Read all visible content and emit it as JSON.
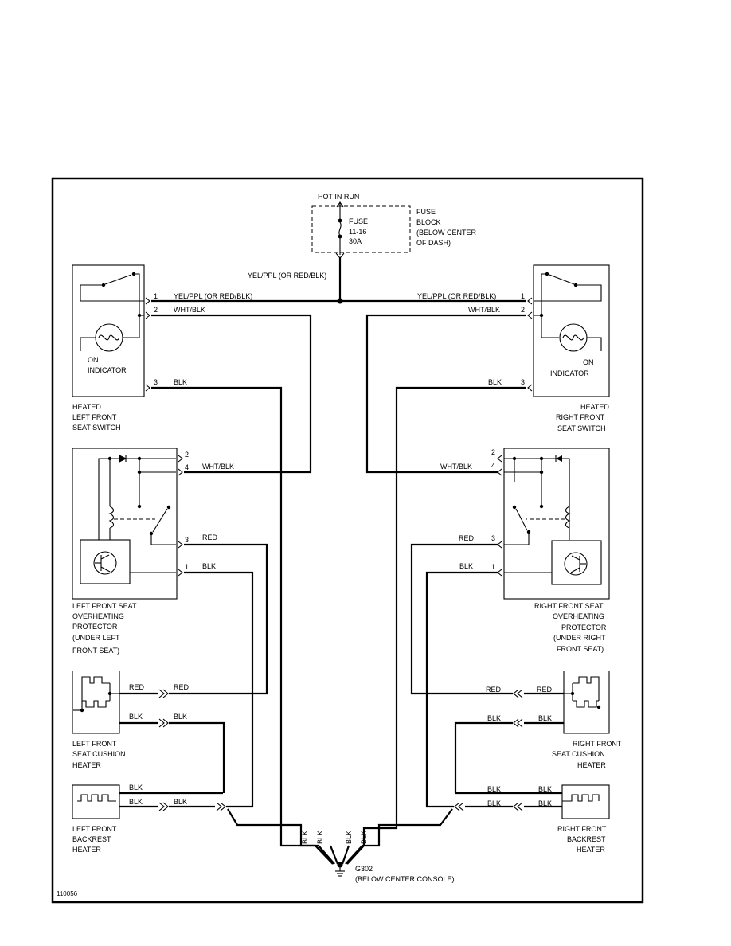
{
  "fuse": {
    "hot": "HOT IN RUN",
    "name": "FUSE",
    "number": "11-16",
    "rating": "30A",
    "block_l1": "FUSE",
    "block_l2": "BLOCK",
    "block_l3": "(BELOW CENTER",
    "block_l4": "OF DASH)"
  },
  "wires": {
    "feed": "YEL/PPL (OR RED/BLK)",
    "yel_ppl": "YEL/PPL (OR RED/BLK)",
    "wht_blk": "WHT/BLK",
    "blk": "BLK",
    "red": "RED"
  },
  "pins": {
    "p1": "1",
    "p2": "2",
    "p3": "3",
    "p4": "4"
  },
  "switch": {
    "on_indicator_l1": "ON",
    "on_indicator_l2": "INDICATOR",
    "left_l1": "HEATED",
    "left_l2": "LEFT FRONT",
    "left_l3": "SEAT SWITCH",
    "right_l1": "HEATED",
    "right_l2": "RIGHT FRONT",
    "right_l3": "SEAT SWITCH"
  },
  "protector": {
    "left_l1": "LEFT FRONT SEAT",
    "left_l2": "OVERHEATING",
    "left_l3": "PROTECTOR",
    "left_l4": "(UNDER LEFT",
    "left_l5": "FRONT SEAT)",
    "right_l1": "RIGHT FRONT SEAT",
    "right_l2": "OVERHEATING",
    "right_l3": "PROTECTOR",
    "right_l4": "(UNDER RIGHT",
    "right_l5": "FRONT SEAT)"
  },
  "cushion": {
    "left_l1": "LEFT FRONT",
    "left_l2": "SEAT CUSHION",
    "left_l3": "HEATER",
    "right_l1": "RIGHT FRONT",
    "right_l2": "SEAT CUSHION",
    "right_l3": "HEATER"
  },
  "backrest": {
    "left_l1": "LEFT FRONT",
    "left_l2": "BACKREST",
    "left_l3": "HEATER",
    "right_l1": "RIGHT FRONT",
    "right_l2": "BACKREST",
    "right_l3": "HEATER"
  },
  "ground": {
    "id": "G302",
    "location": "(BELOW CENTER CONSOLE)"
  },
  "figure_id": "110056"
}
